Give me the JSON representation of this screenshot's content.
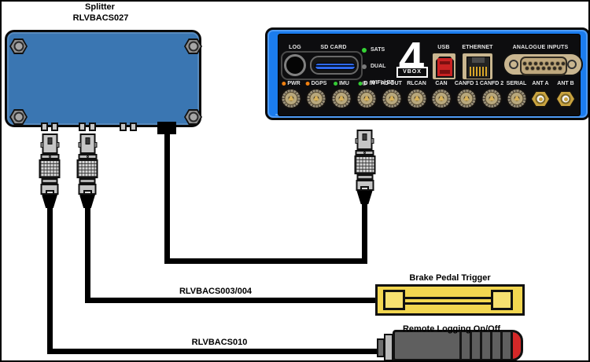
{
  "splitter": {
    "title": "Splitter",
    "part_number": "RLVBACS027"
  },
  "vbox": {
    "logo_big": "4",
    "logo_small": "VBOX",
    "labels": {
      "log": "LOG",
      "sd_card": "SD CARD",
      "usb": "USB",
      "ethernet": "ETHERNET",
      "analogue_inputs": "ANALOGUE INPUTS"
    },
    "status_leds": [
      {
        "label": "SATS",
        "state": "on",
        "color": "#35d435"
      },
      {
        "label": "DUAL",
        "state": "off",
        "color": "#7a7a7a"
      },
      {
        "label": "WIFI / BT",
        "state": "off",
        "color": "#7a7a7a"
      }
    ],
    "ports": [
      {
        "label": "PWR",
        "led": "#f08010"
      },
      {
        "label": "DGPS",
        "led": "#f08010"
      },
      {
        "label": "IMU",
        "led": "#35cc35"
      },
      {
        "label": "D IN",
        "led": "#35cc35"
      },
      {
        "label": "AD OUT",
        "led": null
      },
      {
        "label": "RLCAN",
        "led": null
      },
      {
        "label": "CAN",
        "led": null
      },
      {
        "label": "CANFD 1",
        "led": null
      },
      {
        "label": "CANFD 2",
        "led": null
      },
      {
        "label": "SERIAL",
        "led": null
      }
    ],
    "antenna_ports": [
      {
        "label": "ANT A"
      },
      {
        "label": "ANT B"
      }
    ]
  },
  "cables": {
    "brake_cable_label": "RLVBACS003/004",
    "remote_cable_label": "RLVBACS010"
  },
  "devices": {
    "brake_trigger_label": "Brake Pedal Trigger",
    "remote_logging_label": "Remote Logging On/Off"
  },
  "colors": {
    "vbox_blue": "#1b7cee",
    "splitter_blue": "#3a76b2",
    "brake_yellow": "#f2d650",
    "remote_button_red": "#d42828",
    "usb_red": "#c92222",
    "led_orange": "#f08010",
    "led_green": "#35d435"
  }
}
